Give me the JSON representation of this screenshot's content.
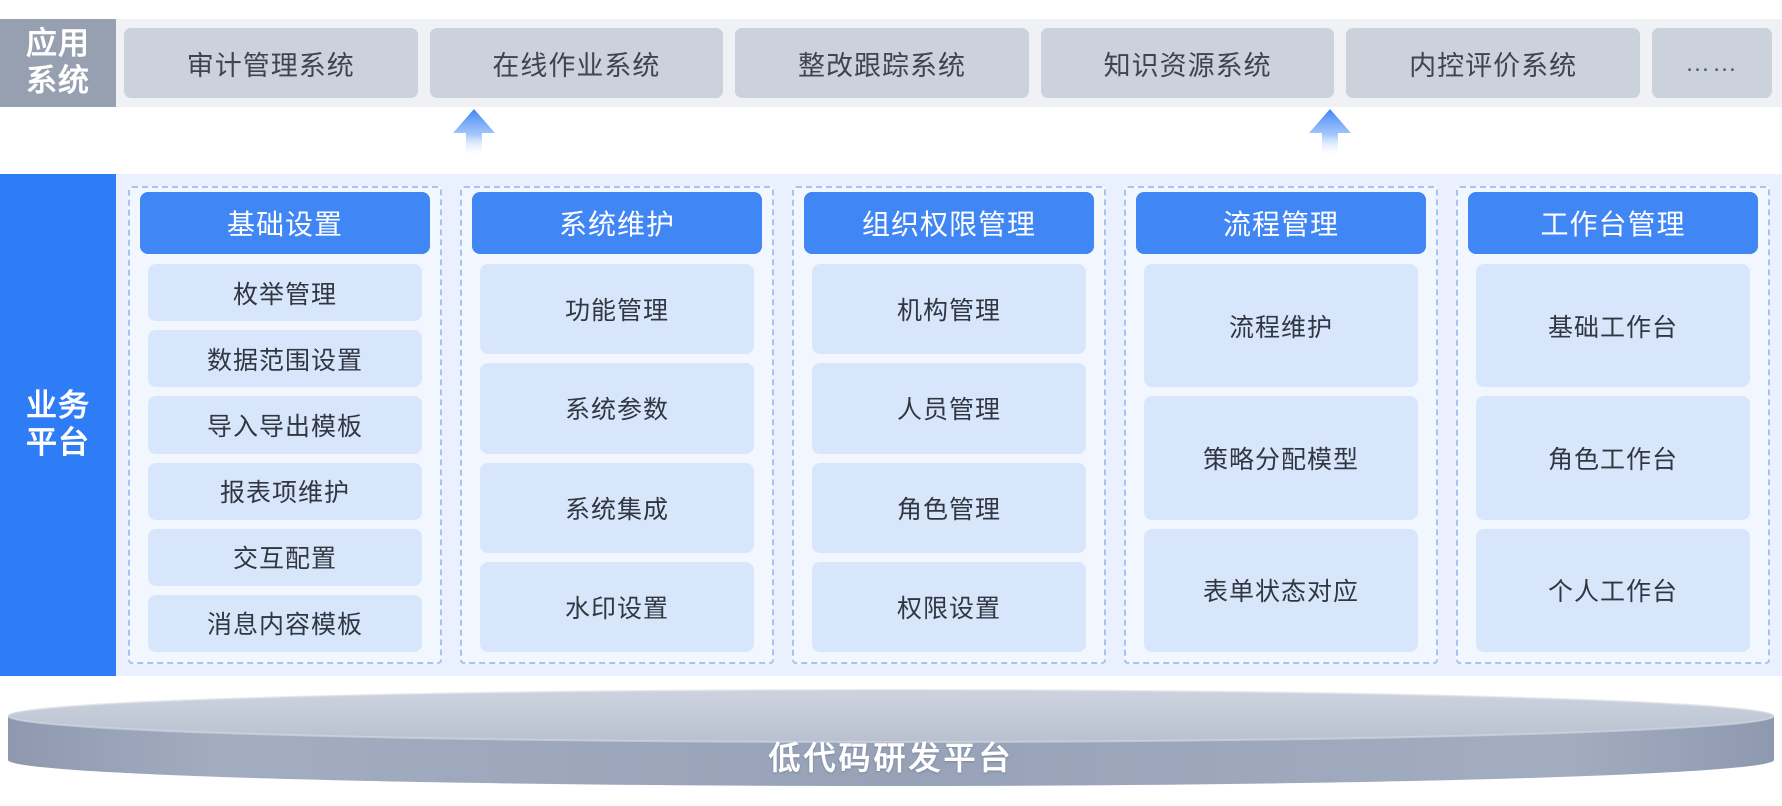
{
  "layers": {
    "application": {
      "label_lines": [
        "应用",
        "系统"
      ],
      "bg_color": "#97a0b0",
      "strip_color": "#eff1f5",
      "card_color": "#ccd2dc",
      "systems": [
        {
          "label": "审计管理系统"
        },
        {
          "label": "在线作业系统"
        },
        {
          "label": "整改跟踪系统"
        },
        {
          "label": "知识资源系统"
        },
        {
          "label": "内控评价系统"
        },
        {
          "label": "……"
        }
      ]
    },
    "business": {
      "label_lines": [
        "业务",
        "平台"
      ],
      "bg_color": "#2e7cf6",
      "body_color": "#eaf0fd",
      "header_color": "#4086f4",
      "item_color": "#d8e6fb",
      "border_color": "#a7c3f2",
      "modules": [
        {
          "title": "基础设置",
          "items": [
            "枚举管理",
            "数据范围设置",
            "导入导出模板",
            "报表项维护",
            "交互配置",
            "消息内容模板"
          ]
        },
        {
          "title": "系统维护",
          "items": [
            "功能管理",
            "系统参数",
            "系统集成",
            "水印设置"
          ]
        },
        {
          "title": "组织权限管理",
          "items": [
            "机构管理",
            "人员管理",
            "角色管理",
            "权限设置"
          ]
        },
        {
          "title": "流程管理",
          "items": [
            "流程维护",
            "策略分配模型",
            "表单状态对应"
          ]
        },
        {
          "title": "工作台管理",
          "items": [
            "基础工作台",
            "角色工作台",
            "个人工作台"
          ]
        }
      ]
    },
    "foundation": {
      "label": "低代码研发平台",
      "top_color": "#c2c9d6",
      "side_color": "#959fb4"
    }
  },
  "connectors": [
    {
      "name": "arrow-app-to-platform-1",
      "direction": "up",
      "color": "#3d84f5"
    },
    {
      "name": "arrow-app-to-platform-2",
      "direction": "up",
      "color": "#3d84f5"
    }
  ]
}
